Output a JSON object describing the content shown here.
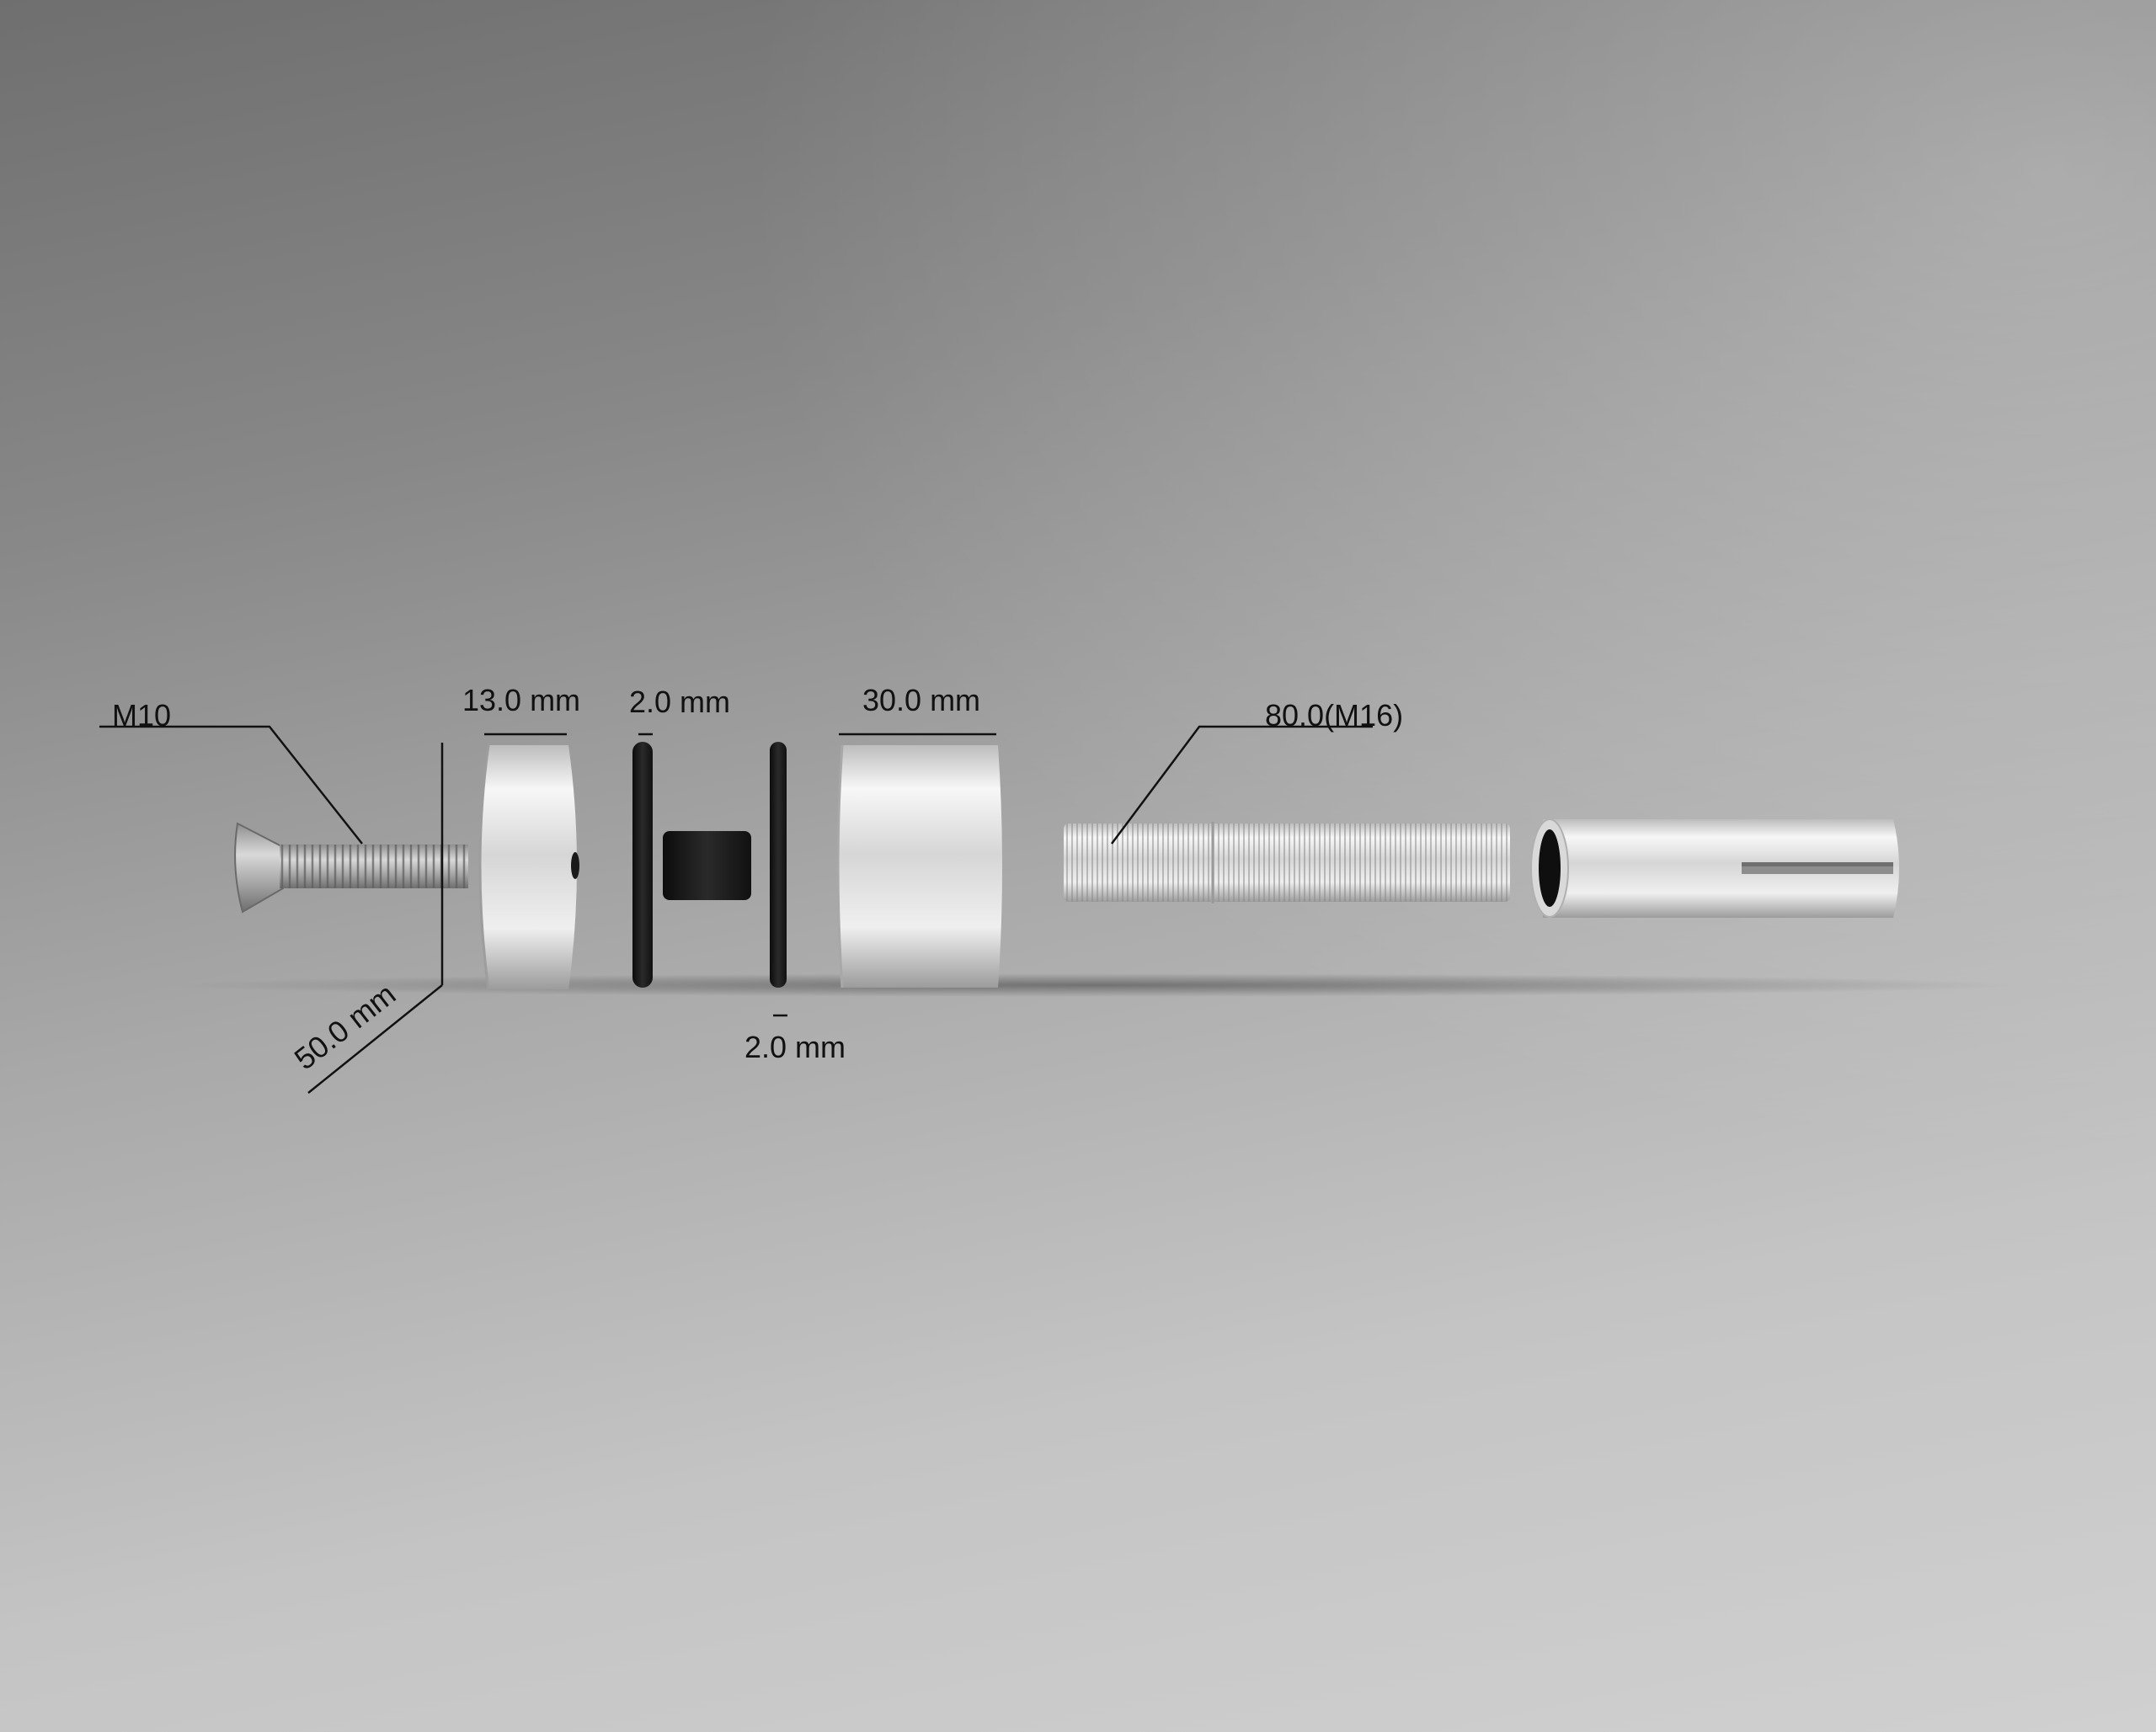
{
  "labels": {
    "bolt": "M10",
    "cap_thickness": "13.0 mm",
    "washer_a": "2.0 mm",
    "washer_b": "2.0 mm",
    "spacer_length": "30.0 mm",
    "rod": "80.0(M16)",
    "diameter": "50.0 mm"
  },
  "colors": {
    "line": "#111111",
    "rubber": "#1a1a1a",
    "steel_light": "#f6f6f6",
    "steel_dark": "#9a9a9a"
  }
}
